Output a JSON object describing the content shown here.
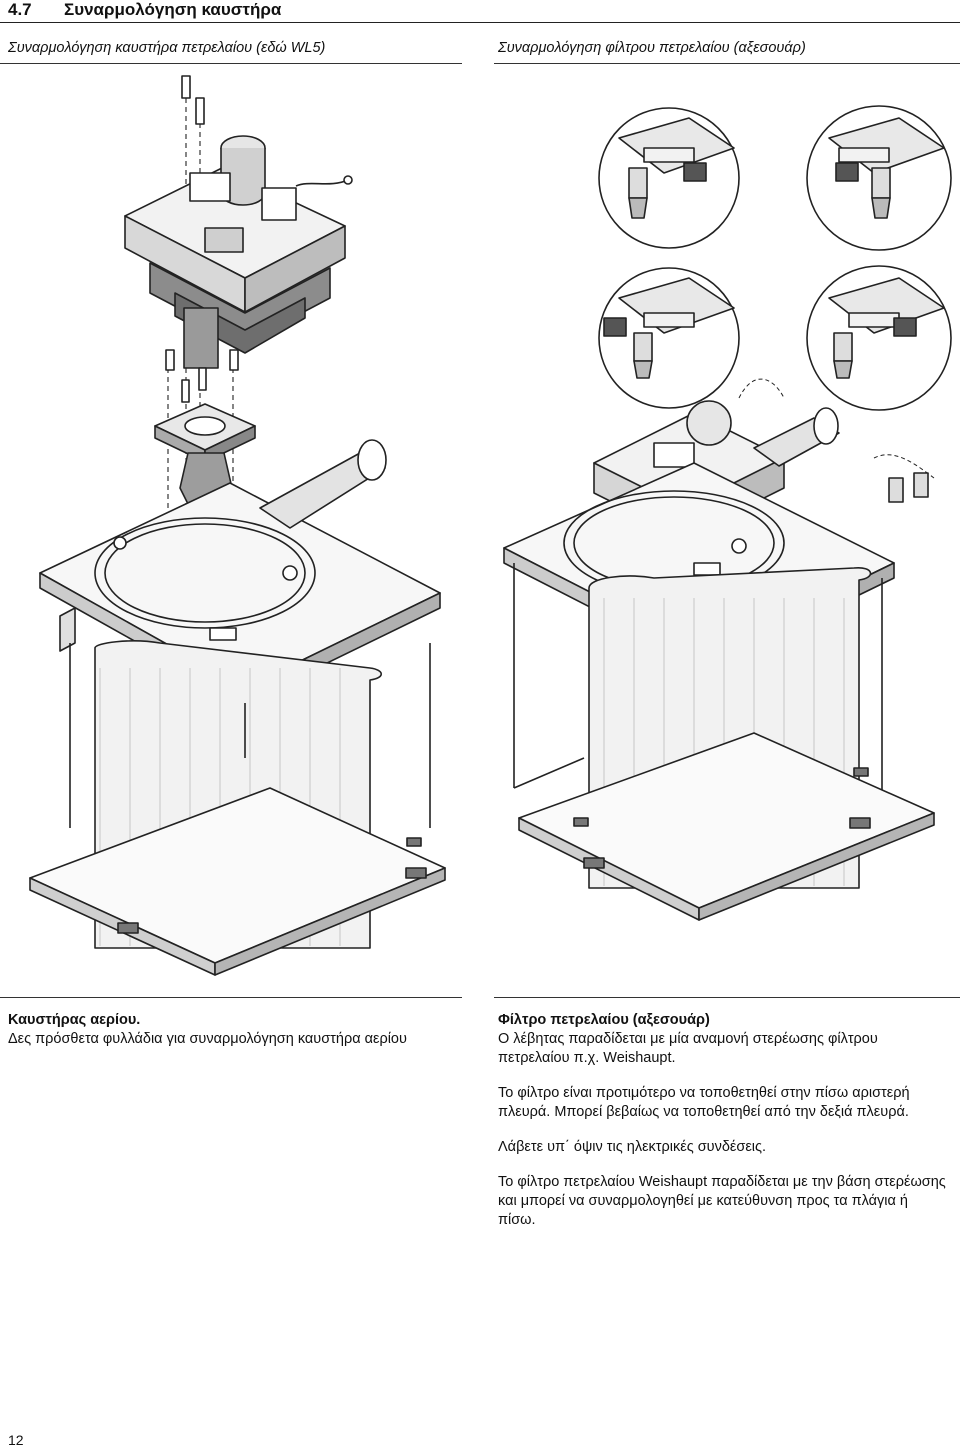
{
  "section": {
    "number": "4.7",
    "title": "Συναρμολόγηση καυστήρα"
  },
  "left_column": {
    "caption": "Συναρμολόγηση καυστήρα πετρελαίου (εδώ WL5)",
    "figure_icon": "exploded-burner-assembly-drawing",
    "text": {
      "heading": "Καυστήρας αερίου.",
      "body": "Δες πρόσθετα φυλλάδια για συναρμολόγηση καυστήρα αερίου"
    }
  },
  "right_column": {
    "caption": "Συναρμολόγηση φίλτρου πετρελαίου (αξεσουάρ)",
    "figure_icon": "oil-filter-mounting-drawing",
    "text": {
      "heading": "Φίλτρο πετρελαίου (αξεσουάρ)",
      "p1": "Ο λέβητας παραδίδεται με μία αναμονή στερέωσης φίλτρου πετρελαίου π.χ. Weishaupt.",
      "p2": "Το φίλτρο είναι προτιμότερο να τοποθετηθεί στην πίσω αριστερή πλευρά. Μπορεί βεβαίως να τοποθετηθεί από την δεξιά πλευρά.",
      "p3": "Λάβετε υπ΄ όψιν τις ηλεκτρικές συνδέσεις.",
      "p4": "Το φίλτρο πετρελαίου Weishaupt παραδίδεται με την βάση στερέωσης και μπορεί να συναρμολογηθεί με κατεύθυνση προς τα πλάγια ή πίσω."
    }
  },
  "page_number": "12"
}
